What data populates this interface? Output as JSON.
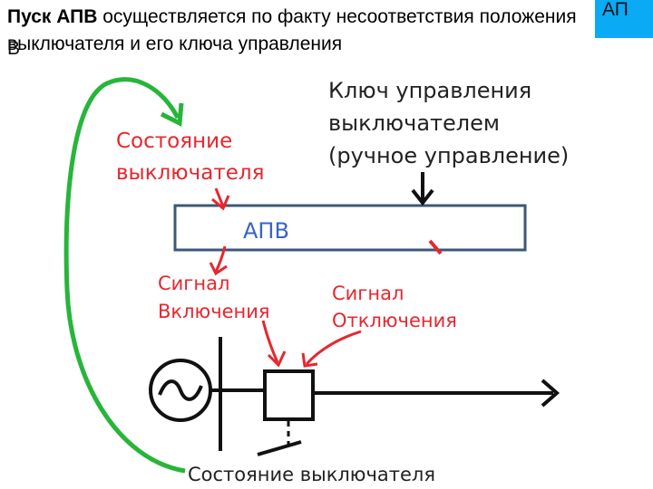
{
  "title": {
    "bold_part": "Пуск АПВ",
    "rest_part": " осуществляется по факту несоответствия положения выключателя и его ключа управления"
  },
  "badge": {
    "line1": "АП",
    "line2": "В",
    "color": "#0aaaf5"
  },
  "diagram": {
    "key_label": [
      "Ключ управления",
      "выключателем",
      "(ручное управление)"
    ],
    "state_label": [
      "Состояние",
      "выключателя"
    ],
    "apv_block_label": "АПВ",
    "signal_on_label": [
      "Сигнал",
      "Включения"
    ],
    "signal_off_label": [
      "Сигнал",
      "Отключения"
    ],
    "bottom_state_label": "Состояние выключателя",
    "colors": {
      "red": "#e8262e",
      "green": "#27b53a",
      "block_border": "#3b5878",
      "black": "#111111"
    },
    "icons": [
      "generator-icon",
      "breaker-icon",
      "contact-icon"
    ]
  }
}
